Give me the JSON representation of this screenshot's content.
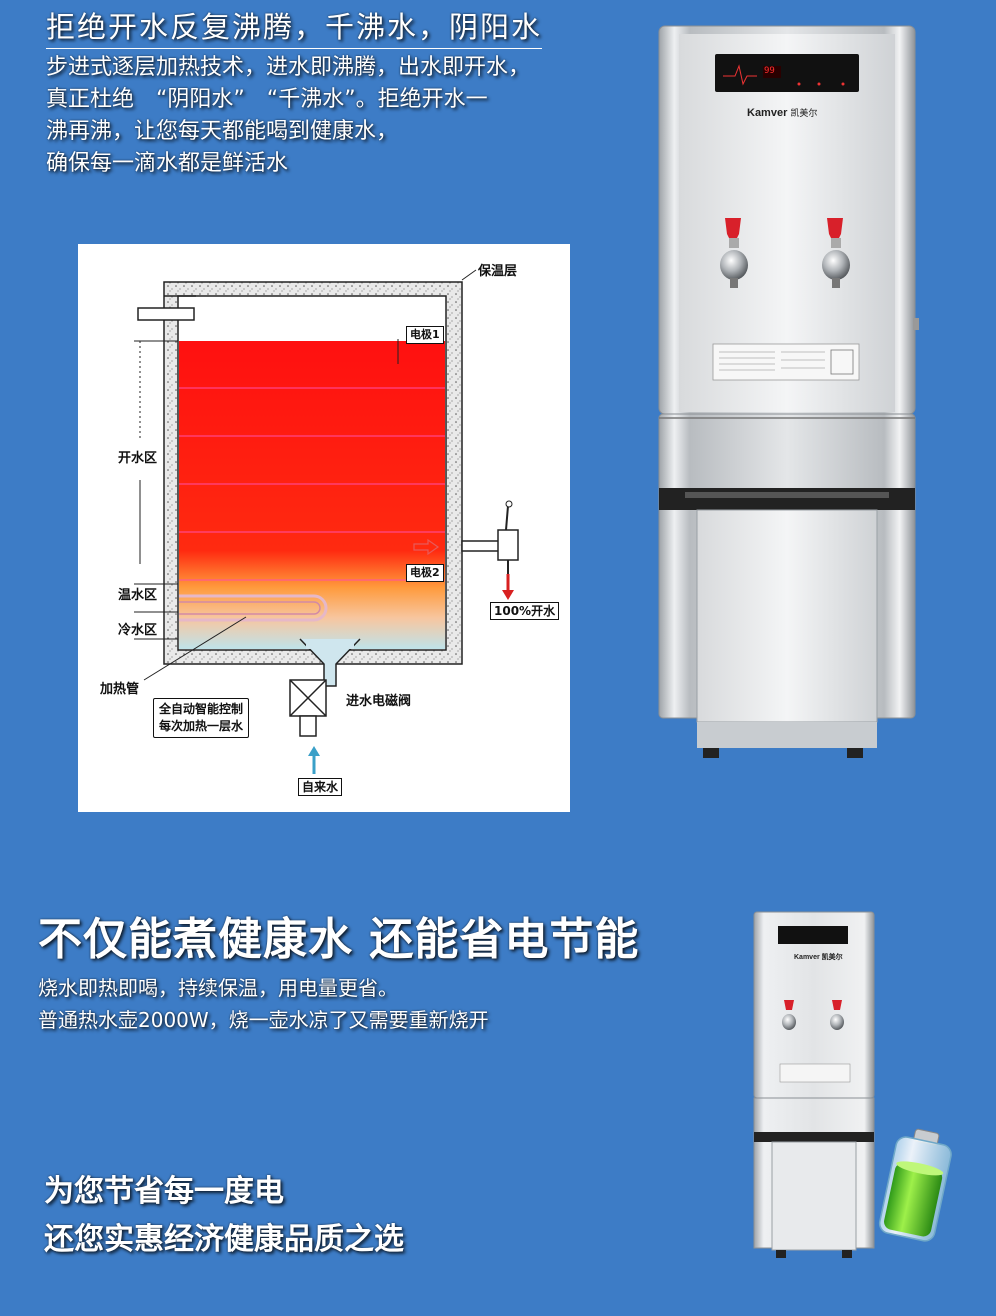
{
  "section1": {
    "title": "拒绝开水反复沸腾，千沸水，阴阳水",
    "lines": [
      "步进式逐层加热技术，进水即沸腾，出水即开水，",
      "真正杜绝　“阴阳水”　“千沸水”。拒绝开水一",
      "沸再沸，让您每天都能喝到健康水，",
      "确保每一滴水都是鲜活水"
    ]
  },
  "diagram": {
    "insulation_label": "保温层",
    "electrode1": "电极1",
    "electrode2": "电极2",
    "boiling_zone": "开水区",
    "warm_zone": "温水区",
    "cold_zone": "冷水区",
    "heater_label": "加热管",
    "control_note_line1": "全自动智能控制",
    "control_note_line2": "每次加热一层水",
    "valve_label": "进水电磁阀",
    "tap_water_label": "自来水",
    "outlet_label": "100%开水"
  },
  "appliance": {
    "brand": "Kamver",
    "brand_cn": "凯美尔",
    "display_value": "99"
  },
  "section2": {
    "title": "不仅能煮健康水 还能省电节能",
    "lines": [
      "烧水即热即喝，持续保温，用电量更省。",
      "普通热水壶2000W，烧一壶水凉了又需要重新烧开"
    ]
  },
  "section3": {
    "lines": [
      "为您节省每一度电",
      "还您实惠经济健康品质之选"
    ]
  },
  "colors": {
    "background": "#3d7cc6",
    "hot_water": "#ff1a1a",
    "tap_handle": "#d8202a"
  }
}
